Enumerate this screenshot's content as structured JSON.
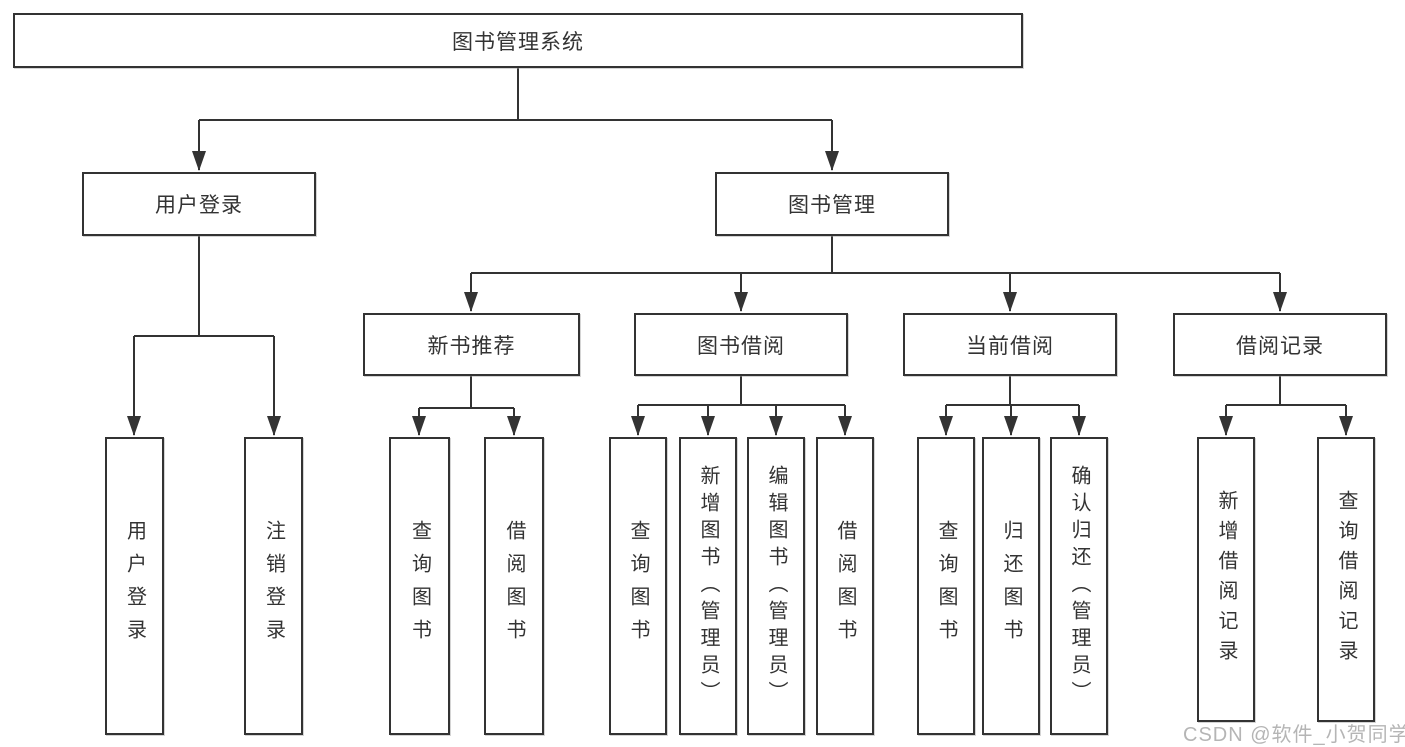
{
  "colors": {
    "line": "#333333",
    "box_border": "#333333",
    "box_background": "#ffffff",
    "text": "#333333",
    "watermark_text": "#b5b5b5"
  },
  "watermark": {
    "text": "CSDN @软件_小贺同学"
  },
  "diagram": {
    "root": {
      "label": "图书管理系统",
      "children": [
        {
          "label": "用户登录",
          "children": [
            {
              "label": "用户登录"
            },
            {
              "label": "注销登录"
            }
          ]
        },
        {
          "label": "图书管理",
          "children": [
            {
              "label": "新书推荐",
              "children": [
                {
                  "label": "查询图书"
                },
                {
                  "label": "借阅图书"
                }
              ]
            },
            {
              "label": "图书借阅",
              "children": [
                {
                  "label": "查询图书"
                },
                {
                  "label": "新增图书（管理员）"
                },
                {
                  "label": "编辑图书（管理员）"
                },
                {
                  "label": "借阅图书"
                }
              ]
            },
            {
              "label": "当前借阅",
              "children": [
                {
                  "label": "查询图书"
                },
                {
                  "label": "归还图书"
                },
                {
                  "label": "确认归还（管理员）"
                }
              ]
            },
            {
              "label": "借阅记录",
              "children": [
                {
                  "label": "新增借阅记录"
                },
                {
                  "label": "查询借阅记录"
                }
              ]
            }
          ]
        }
      ]
    }
  }
}
